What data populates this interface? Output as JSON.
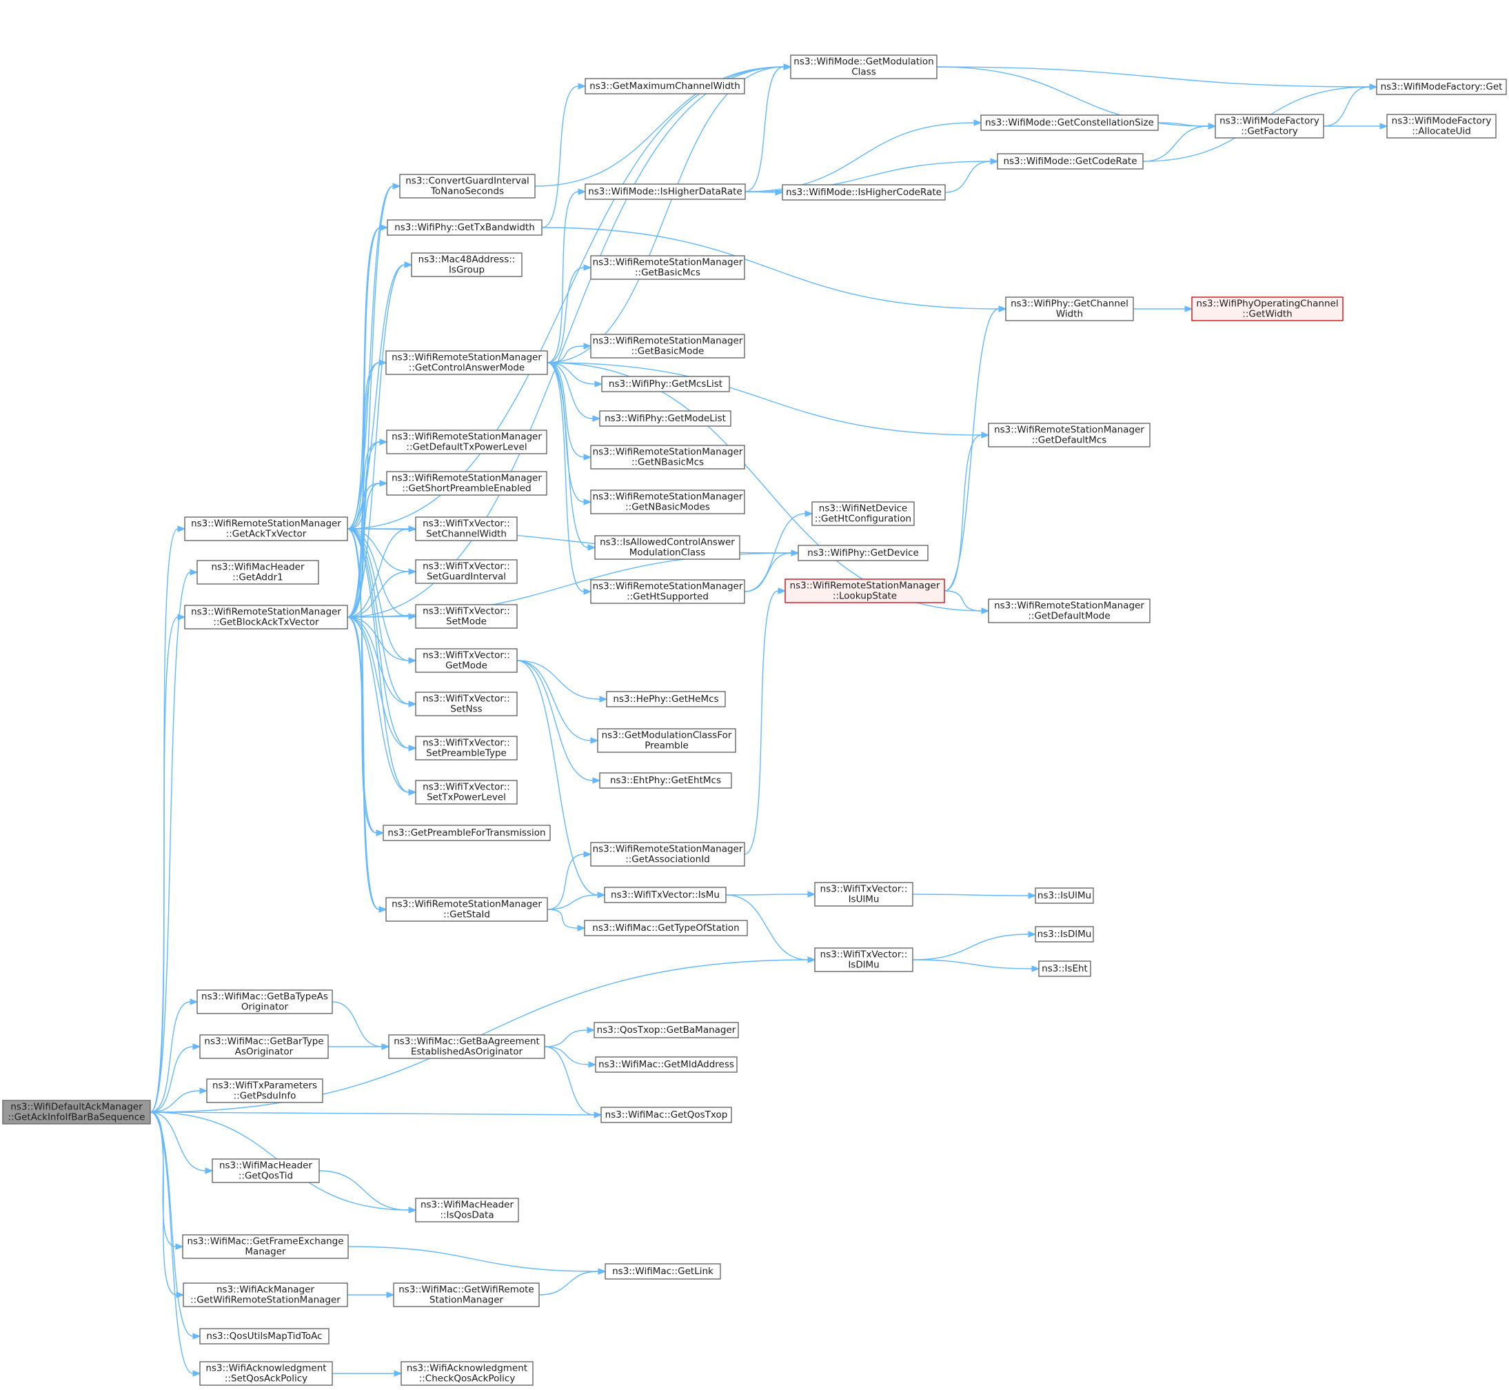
{
  "graph": {
    "colors": {
      "edge": "#63b8ff",
      "box_stroke": "#666666",
      "root_fill": "#999999",
      "truncated_stroke": "#cc1111",
      "truncated_fill": "#fff0f0"
    },
    "nodes": [
      {
        "id": "n0",
        "lines": [
          "ns3::WifiDefaultAckManager",
          "::GetAckInfoIfBarBaSequence"
        ],
        "style": "root"
      },
      {
        "id": "n1",
        "lines": [
          "ns3::WifiRemoteStationManager",
          "::GetAckTxVector"
        ]
      },
      {
        "id": "n2",
        "lines": [
          "ns3::WifiMacHeader",
          "::GetAddr1"
        ]
      },
      {
        "id": "n3",
        "lines": [
          "ns3::WifiRemoteStationManager",
          "::GetBlockAckTxVector"
        ]
      },
      {
        "id": "n4",
        "lines": [
          "ns3::WifiMac::GetBaTypeAs",
          "Originator"
        ]
      },
      {
        "id": "n5",
        "lines": [
          "ns3::WifiMac::GetBarType",
          "AsOriginator"
        ]
      },
      {
        "id": "n6",
        "lines": [
          "ns3::WifiTxParameters",
          "::GetPsduInfo"
        ]
      },
      {
        "id": "n7",
        "lines": [
          "ns3::WifiMacHeader",
          "::GetQosTid"
        ]
      },
      {
        "id": "n8",
        "lines": [
          "ns3::WifiMac::GetFrameExchange",
          "Manager"
        ]
      },
      {
        "id": "n9",
        "lines": [
          "ns3::WifiAckManager",
          "::GetWifiRemoteStationManager"
        ]
      },
      {
        "id": "n10",
        "lines": [
          "ns3::QosUtilsMapTidToAc"
        ]
      },
      {
        "id": "n11",
        "lines": [
          "ns3::WifiAcknowledgment",
          "::SetQosAckPolicy"
        ]
      },
      {
        "id": "n12",
        "lines": [
          "ns3::ConvertGuardInterval",
          "ToNanoSeconds"
        ]
      },
      {
        "id": "n13",
        "lines": [
          "ns3::WifiPhy::GetTxBandwidth"
        ]
      },
      {
        "id": "n14",
        "lines": [
          "ns3::Mac48Address::",
          "IsGroup"
        ]
      },
      {
        "id": "n15",
        "lines": [
          "ns3::WifiRemoteStationManager",
          "::GetControlAnswerMode"
        ]
      },
      {
        "id": "n16",
        "lines": [
          "ns3::WifiRemoteStationManager",
          "::GetDefaultTxPowerLevel"
        ]
      },
      {
        "id": "n17",
        "lines": [
          "ns3::WifiRemoteStationManager",
          "::GetShortPreambleEnabled"
        ]
      },
      {
        "id": "n18",
        "lines": [
          "ns3::WifiTxVector::",
          "SetChannelWidth"
        ]
      },
      {
        "id": "n19",
        "lines": [
          "ns3::WifiTxVector::",
          "SetGuardInterval"
        ]
      },
      {
        "id": "n20",
        "lines": [
          "ns3::WifiTxVector::",
          "SetMode"
        ]
      },
      {
        "id": "n21",
        "lines": [
          "ns3::WifiTxVector::",
          "GetMode"
        ]
      },
      {
        "id": "n22",
        "lines": [
          "ns3::WifiTxVector::",
          "SetNss"
        ]
      },
      {
        "id": "n23",
        "lines": [
          "ns3::WifiTxVector::",
          "SetPreambleType"
        ]
      },
      {
        "id": "n24",
        "lines": [
          "ns3::WifiTxVector::",
          "SetTxPowerLevel"
        ]
      },
      {
        "id": "n25",
        "lines": [
          "ns3::GetPreambleForTransmission"
        ]
      },
      {
        "id": "n26",
        "lines": [
          "ns3::WifiRemoteStationManager",
          "::GetStaId"
        ]
      },
      {
        "id": "n27",
        "lines": [
          "ns3::WifiMac::GetBaAgreement",
          "EstablishedAsOriginator"
        ]
      },
      {
        "id": "n28",
        "lines": [
          "ns3::WifiMacHeader",
          "::IsQosData"
        ]
      },
      {
        "id": "n29",
        "lines": [
          "ns3::WifiMac::GetWifiRemote",
          "StationManager"
        ]
      },
      {
        "id": "n30",
        "lines": [
          "ns3::WifiAcknowledgment",
          "::CheckQosAckPolicy"
        ]
      },
      {
        "id": "n31",
        "lines": [
          "ns3::WifiMode::GetModulation",
          "Class"
        ]
      },
      {
        "id": "n32",
        "lines": [
          "ns3::GetMaximumChannelWidth"
        ]
      },
      {
        "id": "n33",
        "lines": [
          "ns3::WifiMode::IsHigherDataRate"
        ]
      },
      {
        "id": "n34",
        "lines": [
          "ns3::WifiRemoteStationManager",
          "::GetBasicMcs"
        ]
      },
      {
        "id": "n35",
        "lines": [
          "ns3::WifiRemoteStationManager",
          "::GetBasicMode"
        ]
      },
      {
        "id": "n36",
        "lines": [
          "ns3::WifiPhy::GetMcsList"
        ]
      },
      {
        "id": "n37",
        "lines": [
          "ns3::WifiPhy::GetModeList"
        ]
      },
      {
        "id": "n38",
        "lines": [
          "ns3::WifiRemoteStationManager",
          "::GetNBasicMcs"
        ]
      },
      {
        "id": "n39",
        "lines": [
          "ns3::WifiRemoteStationManager",
          "::GetNBasicModes"
        ]
      },
      {
        "id": "n40",
        "lines": [
          "ns3::IsAllowedControlAnswer",
          "ModulationClass"
        ]
      },
      {
        "id": "n41",
        "lines": [
          "ns3::WifiRemoteStationManager",
          "::GetHtSupported"
        ]
      },
      {
        "id": "n42",
        "lines": [
          "ns3::HePhy::GetHeMcs"
        ]
      },
      {
        "id": "n43",
        "lines": [
          "ns3::GetModulationClassFor",
          "Preamble"
        ]
      },
      {
        "id": "n44",
        "lines": [
          "ns3::EhtPhy::GetEhtMcs"
        ]
      },
      {
        "id": "n45",
        "lines": [
          "ns3::WifiRemoteStationManager",
          "::GetAssociationId"
        ]
      },
      {
        "id": "n46",
        "lines": [
          "ns3::WifiTxVector::IsMu"
        ]
      },
      {
        "id": "n47",
        "lines": [
          "ns3::WifiMac::GetTypeOfStation"
        ]
      },
      {
        "id": "n48",
        "lines": [
          "ns3::QosTxop::GetBaManager"
        ]
      },
      {
        "id": "n49",
        "lines": [
          "ns3::WifiMac::GetMldAddress"
        ]
      },
      {
        "id": "n50",
        "lines": [
          "ns3::WifiMac::GetQosTxop"
        ]
      },
      {
        "id": "n51",
        "lines": [
          "ns3::WifiMac::GetLink"
        ]
      },
      {
        "id": "n52",
        "lines": [
          "ns3::WifiMode::GetConstellationSize"
        ]
      },
      {
        "id": "n53",
        "lines": [
          "ns3::WifiMode::GetCodeRate"
        ]
      },
      {
        "id": "n54",
        "lines": [
          "ns3::WifiMode::IsHigherCodeRate"
        ]
      },
      {
        "id": "n55",
        "lines": [
          "ns3::WifiPhy::GetChannel",
          "Width"
        ]
      },
      {
        "id": "n56",
        "lines": [
          "ns3::WifiRemoteStationManager",
          "::GetDefaultMcs"
        ]
      },
      {
        "id": "n57",
        "lines": [
          "ns3::WifiNetDevice",
          "::GetHtConfiguration"
        ]
      },
      {
        "id": "n58",
        "lines": [
          "ns3::WifiPhy::GetDevice"
        ]
      },
      {
        "id": "n59",
        "lines": [
          "ns3::WifiRemoteStationManager",
          "::LookupState"
        ],
        "style": "trunc"
      },
      {
        "id": "n60",
        "lines": [
          "ns3::WifiRemoteStationManager",
          "::GetDefaultMode"
        ]
      },
      {
        "id": "n61",
        "lines": [
          "ns3::WifiTxVector::",
          "IsUlMu"
        ]
      },
      {
        "id": "n62",
        "lines": [
          "ns3::WifiTxVector::",
          "IsDlMu"
        ]
      },
      {
        "id": "n63",
        "lines": [
          "ns3::WifiModeFactory::Get"
        ]
      },
      {
        "id": "n64",
        "lines": [
          "ns3::WifiModeFactory",
          "::GetFactory"
        ]
      },
      {
        "id": "n65",
        "lines": [
          "ns3::WifiModeFactory",
          "::AllocateUid"
        ]
      },
      {
        "id": "n66",
        "lines": [
          "ns3::WifiPhyOperatingChannel",
          "::GetWidth"
        ],
        "style": "trunc"
      },
      {
        "id": "n67",
        "lines": [
          "ns3::IsUlMu"
        ]
      },
      {
        "id": "n68",
        "lines": [
          "ns3::IsDlMu"
        ]
      },
      {
        "id": "n69",
        "lines": [
          "ns3::IsEht"
        ]
      }
    ],
    "edges": [
      [
        "n0",
        "n1"
      ],
      [
        "n0",
        "n2"
      ],
      [
        "n0",
        "n3"
      ],
      [
        "n0",
        "n4"
      ],
      [
        "n0",
        "n5"
      ],
      [
        "n0",
        "n6"
      ],
      [
        "n0",
        "n7"
      ],
      [
        "n0",
        "n8"
      ],
      [
        "n0",
        "n9"
      ],
      [
        "n0",
        "n10"
      ],
      [
        "n0",
        "n11"
      ],
      [
        "n0",
        "n50"
      ],
      [
        "n0",
        "n28"
      ],
      [
        "n0",
        "n62"
      ],
      [
        "n1",
        "n12"
      ],
      [
        "n1",
        "n13"
      ],
      [
        "n1",
        "n14"
      ],
      [
        "n1",
        "n15"
      ],
      [
        "n1",
        "n16"
      ],
      [
        "n1",
        "n17"
      ],
      [
        "n1",
        "n18"
      ],
      [
        "n1",
        "n19"
      ],
      [
        "n1",
        "n20"
      ],
      [
        "n1",
        "n21"
      ],
      [
        "n1",
        "n22"
      ],
      [
        "n1",
        "n23"
      ],
      [
        "n1",
        "n24"
      ],
      [
        "n1",
        "n25"
      ],
      [
        "n1",
        "n26"
      ],
      [
        "n1",
        "n31"
      ],
      [
        "n1",
        "n58"
      ],
      [
        "n3",
        "n12"
      ],
      [
        "n3",
        "n13"
      ],
      [
        "n3",
        "n14"
      ],
      [
        "n3",
        "n15"
      ],
      [
        "n3",
        "n16"
      ],
      [
        "n3",
        "n17"
      ],
      [
        "n3",
        "n18"
      ],
      [
        "n3",
        "n19"
      ],
      [
        "n3",
        "n20"
      ],
      [
        "n3",
        "n21"
      ],
      [
        "n3",
        "n22"
      ],
      [
        "n3",
        "n23"
      ],
      [
        "n3",
        "n24"
      ],
      [
        "n3",
        "n25"
      ],
      [
        "n3",
        "n26"
      ],
      [
        "n3",
        "n31"
      ],
      [
        "n3",
        "n58"
      ],
      [
        "n4",
        "n27"
      ],
      [
        "n5",
        "n27"
      ],
      [
        "n7",
        "n28"
      ],
      [
        "n8",
        "n51"
      ],
      [
        "n9",
        "n29"
      ],
      [
        "n11",
        "n30"
      ],
      [
        "n12",
        "n31"
      ],
      [
        "n13",
        "n32"
      ],
      [
        "n13",
        "n55"
      ],
      [
        "n15",
        "n31"
      ],
      [
        "n15",
        "n33"
      ],
      [
        "n15",
        "n34"
      ],
      [
        "n15",
        "n35"
      ],
      [
        "n15",
        "n36"
      ],
      [
        "n15",
        "n37"
      ],
      [
        "n15",
        "n38"
      ],
      [
        "n15",
        "n39"
      ],
      [
        "n15",
        "n40"
      ],
      [
        "n15",
        "n41"
      ],
      [
        "n15",
        "n56"
      ],
      [
        "n15",
        "n60"
      ],
      [
        "n21",
        "n42"
      ],
      [
        "n21",
        "n43"
      ],
      [
        "n21",
        "n44"
      ],
      [
        "n21",
        "n46"
      ],
      [
        "n26",
        "n45"
      ],
      [
        "n26",
        "n46"
      ],
      [
        "n26",
        "n47"
      ],
      [
        "n27",
        "n48"
      ],
      [
        "n27",
        "n49"
      ],
      [
        "n27",
        "n50"
      ],
      [
        "n29",
        "n51"
      ],
      [
        "n31",
        "n63"
      ],
      [
        "n31",
        "n64"
      ],
      [
        "n33",
        "n31"
      ],
      [
        "n33",
        "n52"
      ],
      [
        "n33",
        "n53"
      ],
      [
        "n33",
        "n54"
      ],
      [
        "n41",
        "n57"
      ],
      [
        "n41",
        "n58"
      ],
      [
        "n45",
        "n59"
      ],
      [
        "n46",
        "n61"
      ],
      [
        "n46",
        "n62"
      ],
      [
        "n52",
        "n64"
      ],
      [
        "n53",
        "n64"
      ],
      [
        "n53",
        "n63"
      ],
      [
        "n54",
        "n53"
      ],
      [
        "n55",
        "n66"
      ],
      [
        "n59",
        "n55"
      ],
      [
        "n59",
        "n56"
      ],
      [
        "n59",
        "n60"
      ],
      [
        "n61",
        "n67"
      ],
      [
        "n62",
        "n68"
      ],
      [
        "n62",
        "n69"
      ],
      [
        "n64",
        "n63"
      ],
      [
        "n64",
        "n65"
      ]
    ]
  }
}
